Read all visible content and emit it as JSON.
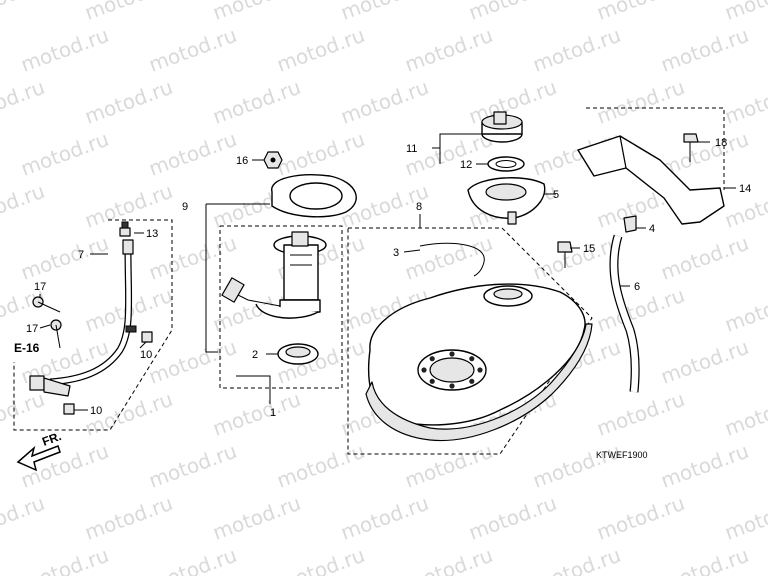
{
  "watermark": "motod.ru",
  "diagram_code": "KTWEF1900",
  "direction_label": "FR.",
  "ref_label": "E-16",
  "callouts": {
    "c1": "1",
    "c2": "2",
    "c3": "3",
    "c4": "4",
    "c5": "5",
    "c6": "6",
    "c7": "7",
    "c8": "8",
    "c9": "9",
    "c10a": "10",
    "c10b": "10",
    "c11": "11",
    "c12": "12",
    "c13": "13",
    "c14": "14",
    "c15": "15",
    "c16": "16",
    "c17a": "17",
    "c17b": "17",
    "c18": "18"
  }
}
